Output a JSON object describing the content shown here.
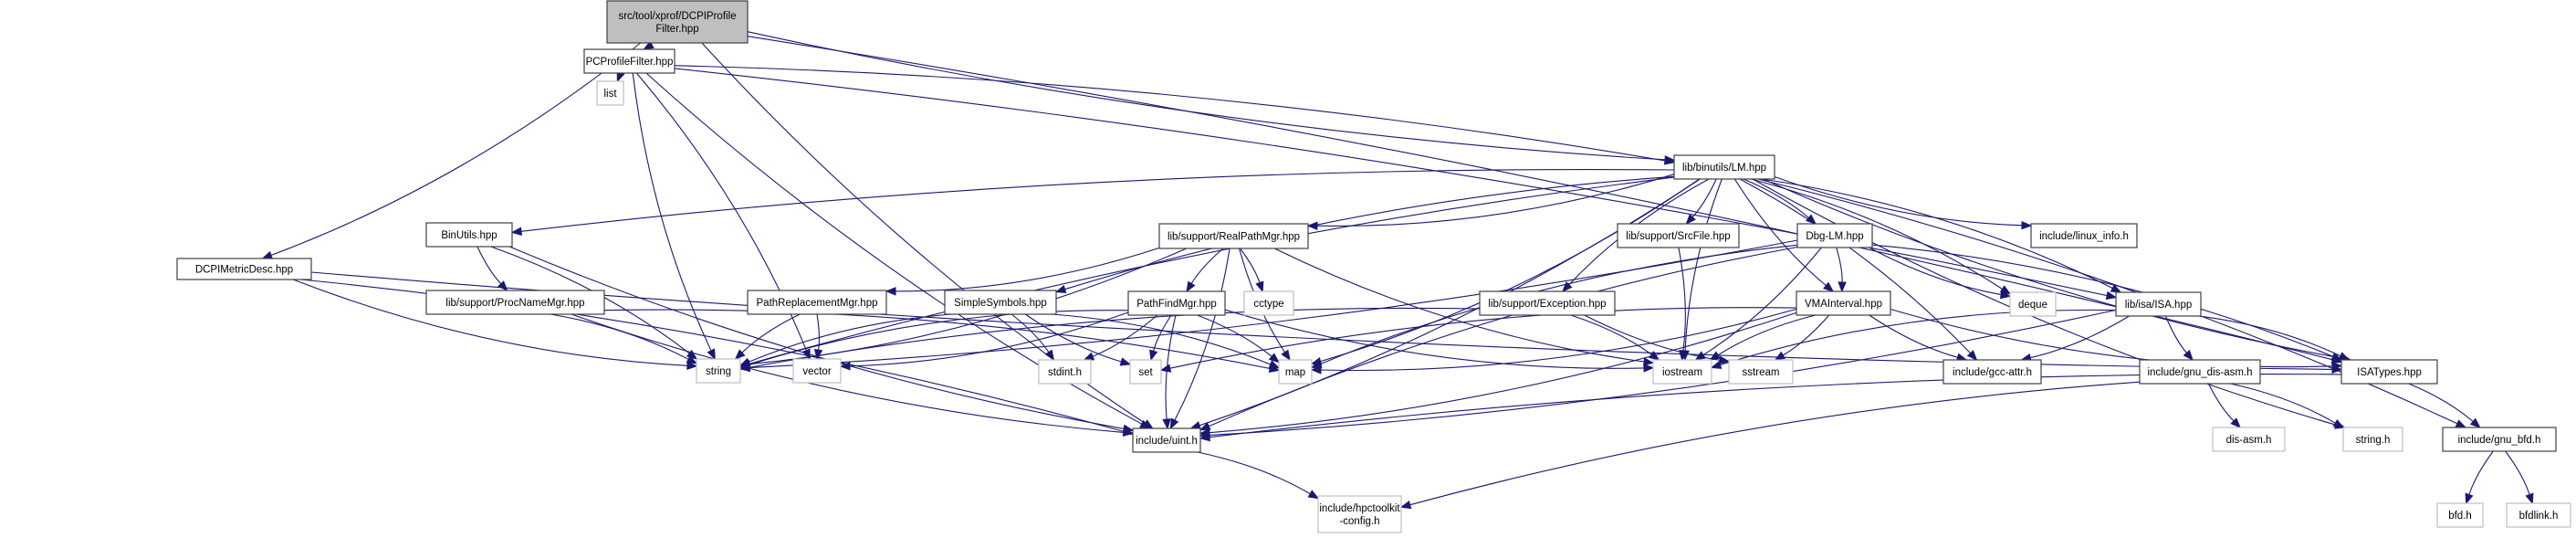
{
  "title": "Include dependency graph for DCPIProfileFilter.hpp",
  "colors": {
    "edge": "#191970",
    "root_fill": "#bfbfbf",
    "root_border": "#404040",
    "documented_border": "#404040",
    "external_border": "#bfbfbf",
    "node_fill": "#ffffff"
  },
  "nodes": [
    {
      "id": "root",
      "lines": [
        "src/tool/xprof/DCPIProfile",
        "Filter.hpp"
      ],
      "kind": "root"
    },
    {
      "id": "pcprofilefilter",
      "lines": [
        "PCProfileFilter.hpp"
      ],
      "kind": "doc"
    },
    {
      "id": "list",
      "lines": [
        "list"
      ],
      "kind": "ext"
    },
    {
      "id": "lm",
      "lines": [
        "lib/binutils/LM.hpp"
      ],
      "kind": "doc"
    },
    {
      "id": "binutils",
      "lines": [
        "BinUtils.hpp"
      ],
      "kind": "doc"
    },
    {
      "id": "procnamemgr",
      "lines": [
        "lib/support/ProcNameMgr.hpp"
      ],
      "kind": "doc"
    },
    {
      "id": "dcpimetricdesc",
      "lines": [
        "DCPIMetricDesc.hpp"
      ],
      "kind": "doc"
    },
    {
      "id": "realpathmgr",
      "lines": [
        "lib/support/RealPathMgr.hpp"
      ],
      "kind": "doc"
    },
    {
      "id": "pathreplacementmgr",
      "lines": [
        "PathReplacementMgr.hpp"
      ],
      "kind": "doc"
    },
    {
      "id": "simplesymbols",
      "lines": [
        "SimpleSymbols.hpp"
      ],
      "kind": "doc"
    },
    {
      "id": "pathfindmgr",
      "lines": [
        "PathFindMgr.hpp"
      ],
      "kind": "doc"
    },
    {
      "id": "cctype",
      "lines": [
        "cctype"
      ],
      "kind": "ext"
    },
    {
      "id": "srcfile",
      "lines": [
        "lib/support/SrcFile.hpp"
      ],
      "kind": "doc"
    },
    {
      "id": "exception",
      "lines": [
        "lib/support/Exception.hpp"
      ],
      "kind": "doc"
    },
    {
      "id": "dbglm",
      "lines": [
        "Dbg-LM.hpp"
      ],
      "kind": "doc"
    },
    {
      "id": "vmainterval",
      "lines": [
        "VMAInterval.hpp"
      ],
      "kind": "doc"
    },
    {
      "id": "deque",
      "lines": [
        "deque"
      ],
      "kind": "ext"
    },
    {
      "id": "linuxinfo",
      "lines": [
        "include/linux_info.h"
      ],
      "kind": "doc"
    },
    {
      "id": "isa",
      "lines": [
        "lib/isa/ISA.hpp"
      ],
      "kind": "doc"
    },
    {
      "id": "string",
      "lines": [
        "string"
      ],
      "kind": "ext"
    },
    {
      "id": "vector",
      "lines": [
        "vector"
      ],
      "kind": "ext"
    },
    {
      "id": "stdint",
      "lines": [
        "stdint.h"
      ],
      "kind": "ext"
    },
    {
      "id": "set",
      "lines": [
        "set"
      ],
      "kind": "ext"
    },
    {
      "id": "map",
      "lines": [
        "map"
      ],
      "kind": "ext"
    },
    {
      "id": "iostream",
      "lines": [
        "iostream"
      ],
      "kind": "ext"
    },
    {
      "id": "sstream",
      "lines": [
        "sstream"
      ],
      "kind": "ext"
    },
    {
      "id": "gccattr",
      "lines": [
        "include/gcc-attr.h"
      ],
      "kind": "doc"
    },
    {
      "id": "gnudisasm",
      "lines": [
        "include/gnu_dis-asm.h"
      ],
      "kind": "doc"
    },
    {
      "id": "isatypes",
      "lines": [
        "ISATypes.hpp"
      ],
      "kind": "doc"
    },
    {
      "id": "uint",
      "lines": [
        "include/uint.h"
      ],
      "kind": "doc"
    },
    {
      "id": "disasm",
      "lines": [
        "dis-asm.h"
      ],
      "kind": "ext"
    },
    {
      "id": "stringh",
      "lines": [
        "string.h"
      ],
      "kind": "ext"
    },
    {
      "id": "gnubfd",
      "lines": [
        "include/gnu_bfd.h"
      ],
      "kind": "doc"
    },
    {
      "id": "hpctoolkitconfig",
      "lines": [
        "include/hpctoolkit",
        "-config.h"
      ],
      "kind": "ext"
    },
    {
      "id": "bfd",
      "lines": [
        "bfd.h"
      ],
      "kind": "ext"
    },
    {
      "id": "bfdlink",
      "lines": [
        "bfdlink.h"
      ],
      "kind": "ext"
    }
  ],
  "edges": [
    [
      "root",
      "pcprofilefilter"
    ],
    [
      "root",
      "lm"
    ],
    [
      "root",
      "dcpimetricdesc"
    ],
    [
      "root",
      "uint"
    ],
    [
      "root",
      "isatypes"
    ],
    [
      "pcprofilefilter",
      "list"
    ],
    [
      "pcprofilefilter",
      "lm"
    ],
    [
      "pcprofilefilter",
      "string"
    ],
    [
      "pcprofilefilter",
      "vector"
    ],
    [
      "pcprofilefilter",
      "uint"
    ],
    [
      "pcprofilefilter",
      "isa"
    ],
    [
      "lm",
      "binutils"
    ],
    [
      "lm",
      "realpathmgr"
    ],
    [
      "lm",
      "simplesymbols"
    ],
    [
      "lm",
      "srcfile"
    ],
    [
      "lm",
      "exception"
    ],
    [
      "lm",
      "dbglm"
    ],
    [
      "lm",
      "vmainterval"
    ],
    [
      "lm",
      "deque"
    ],
    [
      "lm",
      "linuxinfo"
    ],
    [
      "lm",
      "isa"
    ],
    [
      "lm",
      "string"
    ],
    [
      "lm",
      "map"
    ],
    [
      "lm",
      "iostream"
    ],
    [
      "lm",
      "gccattr"
    ],
    [
      "lm",
      "isatypes"
    ],
    [
      "lm",
      "uint"
    ],
    [
      "lm",
      "stringh"
    ],
    [
      "lm",
      "gnubfd"
    ],
    [
      "binutils",
      "procnamemgr"
    ],
    [
      "binutils",
      "string"
    ],
    [
      "binutils",
      "uint"
    ],
    [
      "procnamemgr",
      "string"
    ],
    [
      "procnamemgr",
      "uint"
    ],
    [
      "procnamemgr",
      "map"
    ],
    [
      "dcpimetricdesc",
      "string"
    ],
    [
      "dcpimetricdesc",
      "uint"
    ],
    [
      "dcpimetricdesc",
      "isatypes"
    ],
    [
      "realpathmgr",
      "pathreplacementmgr"
    ],
    [
      "realpathmgr",
      "pathfindmgr"
    ],
    [
      "realpathmgr",
      "cctype"
    ],
    [
      "realpathmgr",
      "map"
    ],
    [
      "realpathmgr",
      "string"
    ],
    [
      "realpathmgr",
      "iostream"
    ],
    [
      "realpathmgr",
      "uint"
    ],
    [
      "pathreplacementmgr",
      "string"
    ],
    [
      "pathreplacementmgr",
      "vector"
    ],
    [
      "simplesymbols",
      "string"
    ],
    [
      "simplesymbols",
      "stdint"
    ],
    [
      "simplesymbols",
      "set"
    ],
    [
      "simplesymbols",
      "map"
    ],
    [
      "pathfindmgr",
      "string"
    ],
    [
      "pathfindmgr",
      "stdint"
    ],
    [
      "pathfindmgr",
      "set"
    ],
    [
      "pathfindmgr",
      "map"
    ],
    [
      "pathfindmgr",
      "uint"
    ],
    [
      "pathfindmgr",
      "vector"
    ],
    [
      "pathfindmgr",
      "iostream"
    ],
    [
      "srcfile",
      "iostream"
    ],
    [
      "exception",
      "string"
    ],
    [
      "exception",
      "iostream"
    ],
    [
      "exception",
      "sstream"
    ],
    [
      "dbglm",
      "vmainterval"
    ],
    [
      "dbglm",
      "deque"
    ],
    [
      "dbglm",
      "string"
    ],
    [
      "dbglm",
      "map"
    ],
    [
      "dbglm",
      "iostream"
    ],
    [
      "dbglm",
      "uint"
    ],
    [
      "dbglm",
      "isatypes"
    ],
    [
      "vmainterval",
      "iostream"
    ],
    [
      "vmainterval",
      "sstream"
    ],
    [
      "vmainterval",
      "set"
    ],
    [
      "vmainterval",
      "map"
    ],
    [
      "vmainterval",
      "gccattr"
    ],
    [
      "vmainterval",
      "uint"
    ],
    [
      "vmainterval",
      "isatypes"
    ],
    [
      "isa",
      "gccattr"
    ],
    [
      "isa",
      "gnudisasm"
    ],
    [
      "isa",
      "isatypes"
    ],
    [
      "isa",
      "iostream"
    ],
    [
      "isa",
      "uint"
    ],
    [
      "gnudisasm",
      "disasm"
    ],
    [
      "gnudisasm",
      "stringh"
    ],
    [
      "gnudisasm",
      "hpctoolkitconfig"
    ],
    [
      "isatypes",
      "gnubfd"
    ],
    [
      "isatypes",
      "uint"
    ],
    [
      "uint",
      "hpctoolkitconfig"
    ],
    [
      "gnubfd",
      "bfd"
    ],
    [
      "gnubfd",
      "bfdlink"
    ]
  ]
}
